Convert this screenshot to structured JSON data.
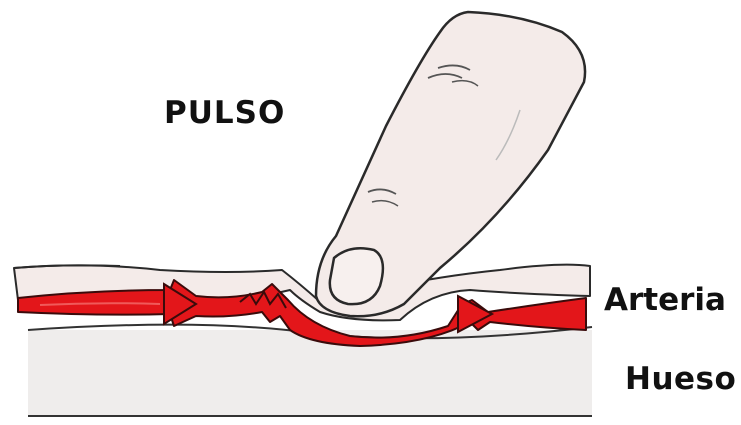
{
  "diagram": {
    "title": "PULSO",
    "labels": {
      "artery": "Arteria",
      "bone": "Hueso"
    },
    "colors": {
      "artery": "#e3161a",
      "skin": "#f4ebe9",
      "bone": "#efedec",
      "outline": "#2a2a2a"
    }
  }
}
